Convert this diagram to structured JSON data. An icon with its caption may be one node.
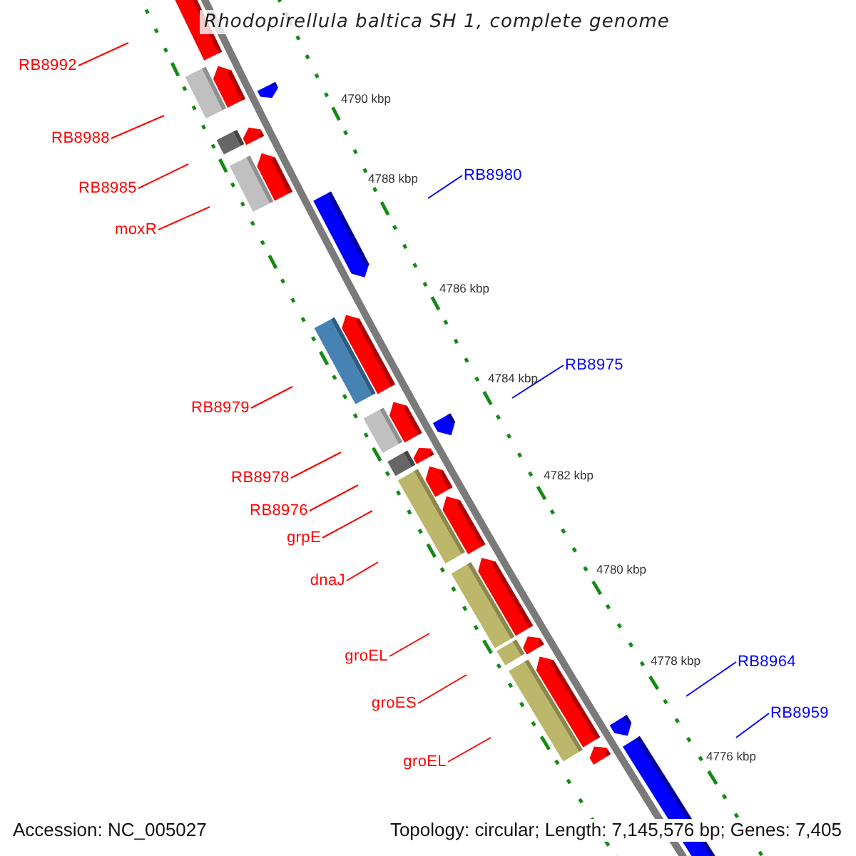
{
  "diagram": {
    "title": "Rhodopirellula baltica SH 1, complete genome",
    "nodes": [
      {
        "text": [
          "RB8992"
        ]
      },
      {
        "text": [
          "RB8988"
        ]
      },
      {
        "text": [
          "RB8980"
        ]
      },
      {
        "text": [
          "RB8985"
        ]
      },
      {
        "text": [
          "moxR"
        ]
      },
      {
        "text": [
          "RB8975"
        ]
      },
      {
        "text": [
          "RB8979"
        ]
      },
      {
        "text": [
          "RB8978"
        ]
      },
      {
        "text": [
          "RB8976"
        ]
      },
      {
        "text": [
          "grpE"
        ]
      },
      {
        "text": [
          "dnaJ"
        ]
      },
      {
        "text": [
          "groEL"
        ]
      },
      {
        "text": [
          "RB8964"
        ]
      },
      {
        "text": [
          "groES"
        ]
      },
      {
        "text": [
          "RB8959"
        ]
      },
      {
        "text": [
          "groEL"
        ]
      }
    ],
    "edges": [
      {
        "from": 0,
        "to": null,
        "arrow": "none"
      },
      {
        "from": 1,
        "to": null,
        "arrow": "none"
      },
      {
        "from": 2,
        "to": null,
        "arrow": "none",
        "color": "#0000ff"
      },
      {
        "from": 3,
        "to": null,
        "arrow": "none"
      },
      {
        "from": 4,
        "to": null,
        "arrow": "none"
      },
      {
        "from": 5,
        "to": null,
        "arrow": "none",
        "color": "#0000ff"
      },
      {
        "from": 6,
        "to": null,
        "arrow": "none"
      },
      {
        "from": 7,
        "to": null,
        "arrow": "none"
      },
      {
        "from": 8,
        "to": null,
        "arrow": "none"
      },
      {
        "from": 9,
        "to": null,
        "arrow": "none"
      },
      {
        "from": 10,
        "to": null,
        "arrow": "none"
      },
      {
        "from": 11,
        "to": null,
        "arrow": "none"
      },
      {
        "from": 12,
        "to": null,
        "arrow": "none",
        "color": "#0000ff"
      },
      {
        "from": 13,
        "to": null,
        "arrow": "none"
      },
      {
        "from": 14,
        "to": null,
        "arrow": "none",
        "color": "#0000ff"
      },
      {
        "from": 15,
        "to": null,
        "arrow": "none"
      }
    ],
    "labels": [
      "4790 kbp",
      "4788 kbp",
      "4786 kbp",
      "4784 kbp",
      "4782 kbp",
      "4780 kbp",
      "4778 kbp",
      "4776 kbp",
      "Accession: NC_005027",
      "Topology: circular; Length: 7,145,576 bp; Genes: 7,405"
    ]
  }
}
